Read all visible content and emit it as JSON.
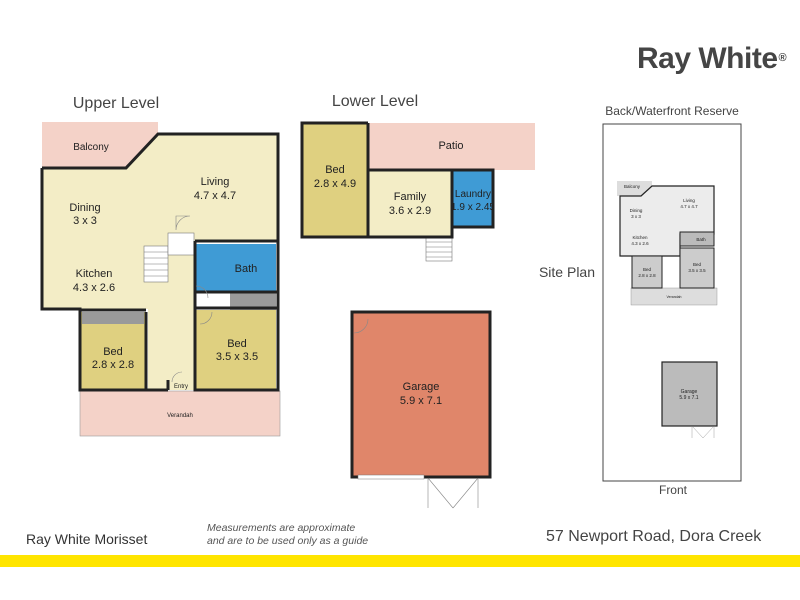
{
  "brand": {
    "name": "Ray White",
    "reg_mark": "®"
  },
  "levels": {
    "upper": "Upper Level",
    "lower": "Lower Level",
    "site": "Site Plan"
  },
  "upper": {
    "balcony": "Balcony",
    "living": {
      "name": "Living",
      "dims": "4.7 x 4.7"
    },
    "dining": {
      "name": "Dining",
      "dims": "3 x 3"
    },
    "kitchen": {
      "name": "Kitchen",
      "dims": "4.3 x 2.6"
    },
    "bath": "Bath",
    "bed1": {
      "name": "Bed",
      "dims": "2.8 x 2.8"
    },
    "bed2": {
      "name": "Bed",
      "dims": "3.5 x 3.5"
    },
    "entry": "Entry",
    "verandah": "Verandah"
  },
  "lower": {
    "bed": {
      "name": "Bed",
      "dims": "2.8 x 4.9"
    },
    "patio": "Patio",
    "family": {
      "name": "Family",
      "dims": "3.6 x 2.9"
    },
    "laundry": {
      "name": "Laundry",
      "dims": "1.9 x 2.45"
    },
    "garage": {
      "name": "Garage",
      "dims": "5.9 x 7.1"
    }
  },
  "site": {
    "back": "Back/Waterfront Reserve",
    "front": "Front",
    "mini": {
      "balcony": "Balcony",
      "living": "Living",
      "living_dims": "4.7 x 4.7",
      "dining": "Dining",
      "dining_dims": "3 x 3",
      "kitchen": "Kitchen",
      "kitchen_dims": "4.3 x 2.6",
      "bath": "Bath",
      "bed1": "Bed",
      "bed1_dims": "2.8 x 2.8",
      "bed2": "Bed",
      "bed2_dims": "3.5 x 3.5",
      "verandah": "Verandah",
      "garage": "Garage",
      "garage_dims": "5.9 x 7.1"
    }
  },
  "footer": {
    "agency": "Ray White Morisset",
    "note_line1": "Measurements are approximate",
    "note_line2": "and are to be used only as a guide",
    "address": "57 Newport Road, Dora Creek"
  },
  "colors": {
    "cream": "#f3edc6",
    "olive": "#dfd080",
    "pink": "#f4d2c8",
    "blue": "#3f9bd5",
    "garage": "#e0866a",
    "grey": "#9a9a9a",
    "wall": "#222222"
  }
}
